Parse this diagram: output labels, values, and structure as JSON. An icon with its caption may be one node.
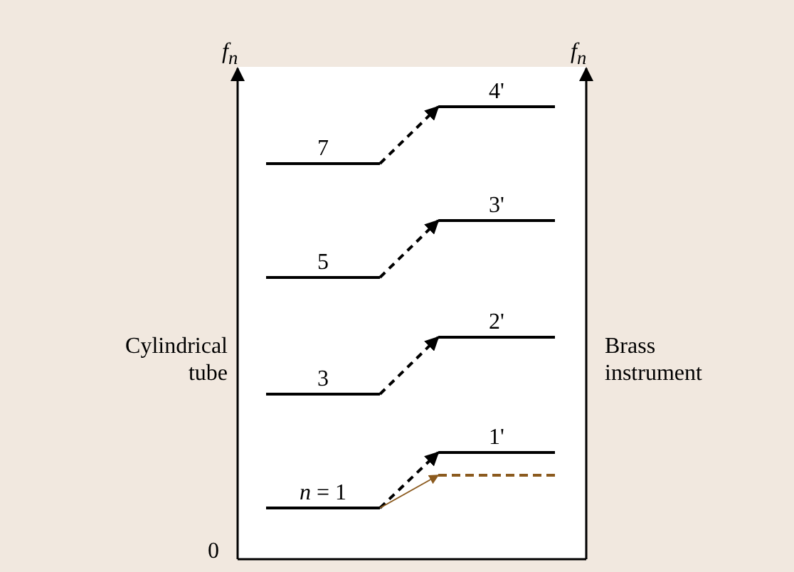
{
  "diagram": {
    "nodes": [
      {
        "text": [
          "7"
        ]
      },
      {
        "text": [
          "5"
        ]
      },
      {
        "text": [
          "3"
        ]
      },
      {
        "text": [
          "*n* = 1"
        ]
      },
      {
        "text": [
          "4'"
        ]
      },
      {
        "text": [
          "3'"
        ]
      },
      {
        "text": [
          "2'"
        ]
      },
      {
        "text": [
          "1'"
        ]
      },
      {
        "text": [],
        "shape": "bar"
      }
    ],
    "edges": [
      {
        "from": 0,
        "to": 4,
        "arrow": "to",
        "style": "dashed"
      },
      {
        "from": 1,
        "to": 5,
        "arrow": "to",
        "style": "dashed"
      },
      {
        "from": 2,
        "to": 6,
        "arrow": "to",
        "style": "dashed"
      },
      {
        "from": 3,
        "to": 7,
        "arrow": "to",
        "style": "dashed"
      },
      {
        "from": 3,
        "to": 8,
        "arrow": "to",
        "color": "#8b5a1e"
      }
    ],
    "labels": [
      "f$_{n}$",
      "f$_{n}$",
      "Cylindrical tube",
      "Brass instrument",
      "0"
    ]
  }
}
